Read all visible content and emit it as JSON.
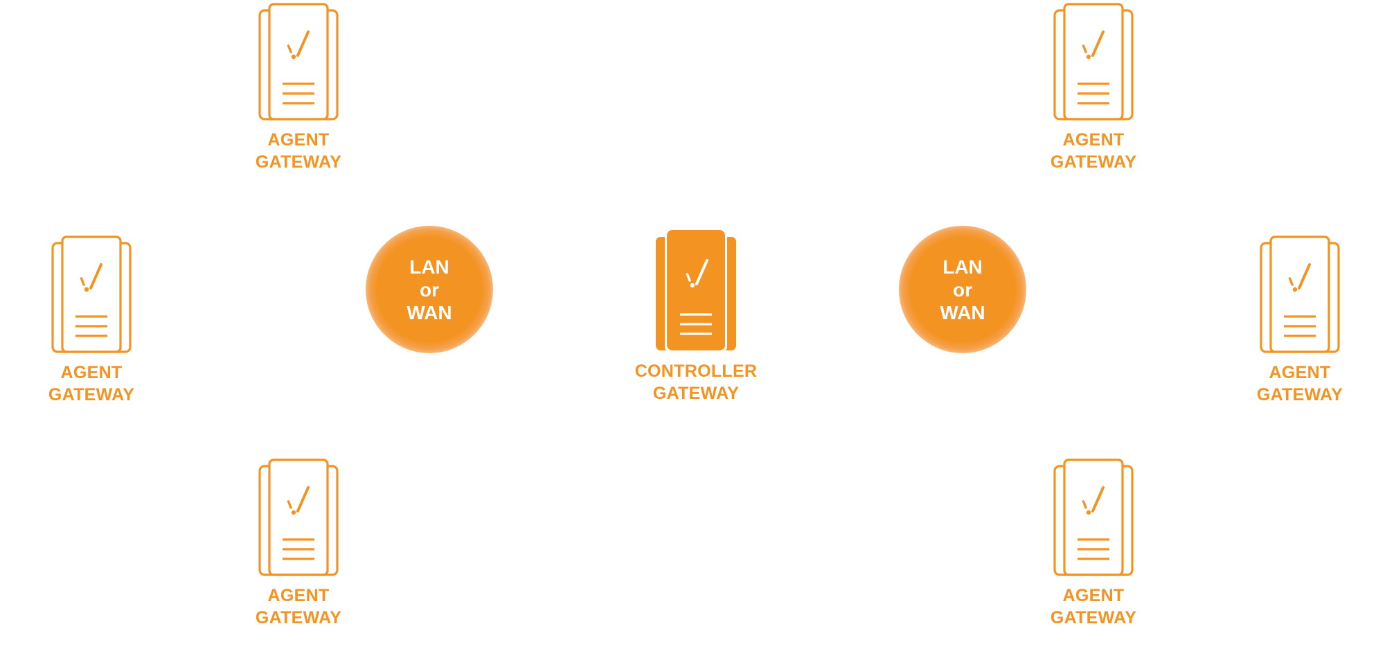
{
  "diagram": {
    "accent_color": "#f39321",
    "background_color": "#ffffff",
    "agent_nodes": [
      {
        "id": "agent-top-left",
        "line1": "AGENT",
        "line2": "GATEWAY",
        "icon": "server-outline-icon"
      },
      {
        "id": "agent-top-right",
        "line1": "AGENT",
        "line2": "GATEWAY",
        "icon": "server-outline-icon"
      },
      {
        "id": "agent-mid-left",
        "line1": "AGENT",
        "line2": "GATEWAY",
        "icon": "server-outline-icon"
      },
      {
        "id": "agent-mid-right",
        "line1": "AGENT",
        "line2": "GATEWAY",
        "icon": "server-outline-icon"
      },
      {
        "id": "agent-bottom-left",
        "line1": "AGENT",
        "line2": "GATEWAY",
        "icon": "server-outline-icon"
      },
      {
        "id": "agent-bottom-right",
        "line1": "AGENT",
        "line2": "GATEWAY",
        "icon": "server-outline-icon"
      }
    ],
    "controller": {
      "line1": "CONTROLLER",
      "line2": "GATEWAY",
      "icon": "server-filled-icon"
    },
    "networks": [
      {
        "id": "cloud-left",
        "line1": "LAN",
        "line2": "or",
        "line3": "WAN"
      },
      {
        "id": "cloud-right",
        "line1": "LAN",
        "line2": "or",
        "line3": "WAN"
      }
    ]
  }
}
